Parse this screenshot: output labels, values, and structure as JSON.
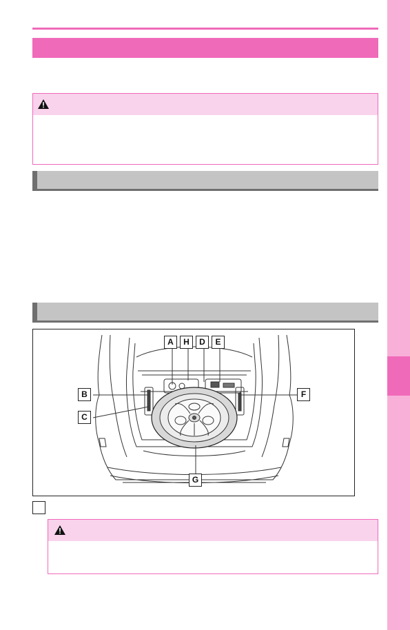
{
  "page": {
    "colors": {
      "accent": "#f06aba",
      "tab": "#f8b0d8",
      "warning_bg": "#f9d2ec",
      "section_gray": "#c4c4c4"
    }
  },
  "figure": {
    "callouts": [
      "A",
      "H",
      "D",
      "E",
      "B",
      "F",
      "C",
      "G"
    ]
  },
  "icons": [
    "warning-triangle-icon"
  ]
}
